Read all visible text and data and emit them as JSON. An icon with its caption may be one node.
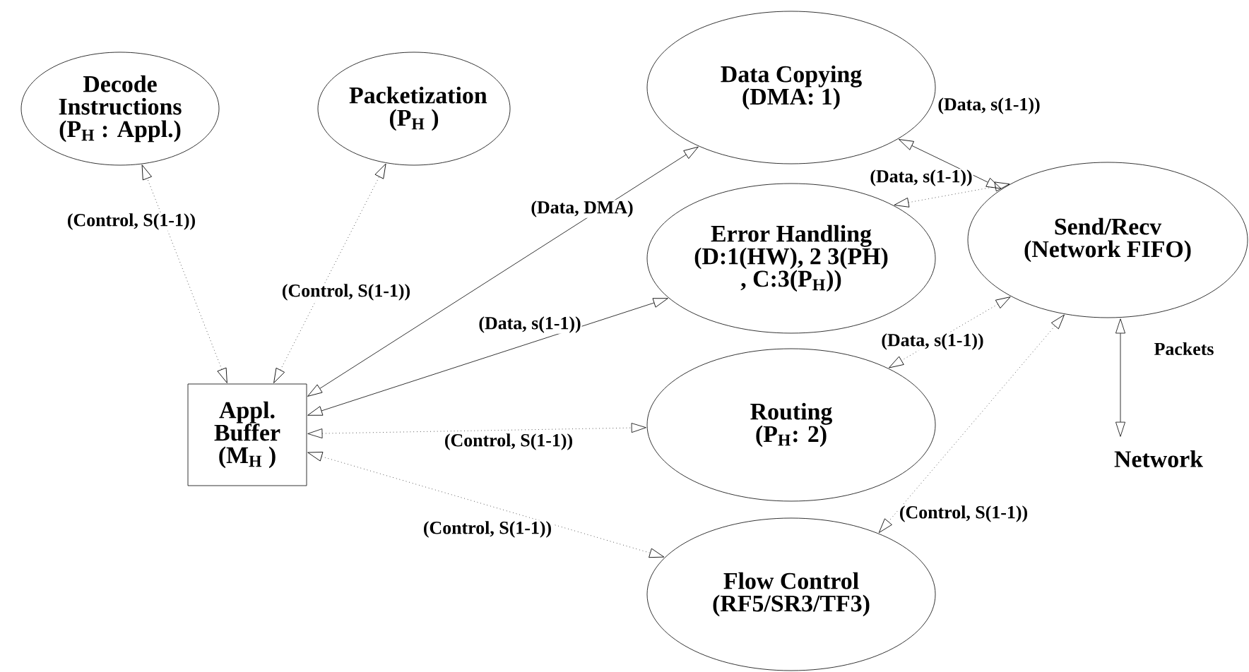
{
  "diagram": {
    "nodes": [
      {
        "text": [
          "Decode Instructions",
          "(P$_{H}$ : Appl.)"
        ]
      },
      {
        "text": [
          "Packetization",
          "(P$_{H}$ )"
        ]
      },
      {
        "text": [
          "Data Copying",
          "(DMA: 1)"
        ]
      },
      {
        "text": [
          "Error Handling",
          "(D:1(HW), 2 3(PH) , C:3(P$_{H}$))"
        ]
      },
      {
        "text": [
          "Send/Recv",
          "(Network FIFO)"
        ]
      },
      {
        "text": [
          "Appl. Buffer",
          "(M$_{H}$ )"
        ]
      },
      {
        "text": [
          "Routing",
          "(P$_{H}$: 2)"
        ]
      },
      {
        "text": [
          "Flow Control",
          "(RF5/SR3/TF3)"
        ]
      },
      {
        "text": [
          "Network"
        ]
      }
    ],
    "edges": [
      {
        "from": 5,
        "to": 0,
        "arrow": "both",
        "style": "dashed",
        "label": "(Control, S(1-1))"
      },
      {
        "from": 5,
        "to": 1,
        "arrow": "both",
        "style": "dashed",
        "label": "(Control, S(1-1))"
      },
      {
        "from": 5,
        "to": 2,
        "arrow": "both",
        "label": "(Data, DMA)"
      },
      {
        "from": 5,
        "to": 3,
        "arrow": "both",
        "label": "(Data, s(1-1))"
      },
      {
        "from": 5,
        "to": 6,
        "arrow": "both",
        "style": "dashed",
        "label": "(Control, S(1-1))"
      },
      {
        "from": 5,
        "to": 7,
        "arrow": "both",
        "style": "dashed",
        "label": "(Control, S(1-1))"
      },
      {
        "from": 2,
        "to": 4,
        "arrow": "both",
        "label": "(Data, s(1-1))"
      },
      {
        "from": 3,
        "to": 4,
        "arrow": "both",
        "style": "dashed",
        "label": "(Data, s(1-1))"
      },
      {
        "from": 4,
        "to": 6,
        "arrow": "both",
        "style": "dashed",
        "label": "(Data, s(1-1))"
      },
      {
        "from": 4,
        "to": 7,
        "arrow": "both",
        "style": "dashed",
        "label": "(Control, S(1-1))"
      },
      {
        "from": 4,
        "to": 8,
        "arrow": "both",
        "label": "Packets"
      }
    ]
  }
}
